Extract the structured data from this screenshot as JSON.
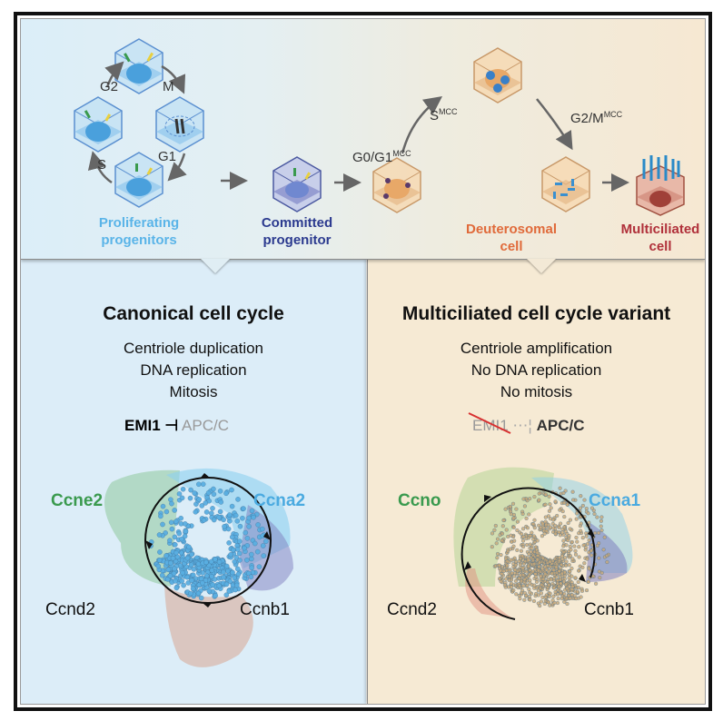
{
  "top": {
    "phases": {
      "g2": "G2",
      "m": "M",
      "g1": "G1",
      "s": "S",
      "g0g1": "G0/G1",
      "smcc": "S",
      "g2m": "G2/M",
      "mcc_sup": "MCC"
    },
    "captions": {
      "proliferating": [
        "Proliferating",
        "progenitors"
      ],
      "committed": [
        "Committed",
        "progenitor"
      ],
      "deuterosomal": [
        "Deuterosomal",
        "cell"
      ],
      "multiciliated": [
        "Multiciliated",
        "cell"
      ]
    },
    "colors": {
      "proliferating": "#5ab4e8",
      "committed": "#2b3a8f",
      "deuterosomal": "#e06a3a",
      "multiciliated": "#b0303a"
    }
  },
  "left": {
    "title": "Canonical cell cycle",
    "items": [
      "Centriole duplication",
      "DNA replication",
      "Mitosis"
    ],
    "regulation": {
      "inhibitor": "EMI1",
      "target": "APC/C"
    },
    "genes": {
      "top_left": "Ccne2",
      "top_right": "Ccna2",
      "bottom_left": "Ccnd2",
      "bottom_right": "Ccnb1"
    }
  },
  "right": {
    "title": "Multiciliated cell cycle variant",
    "items": [
      "Centriole amplification",
      "No DNA replication",
      "No mitosis"
    ],
    "regulation": {
      "inhibitor": "EMI1",
      "target": "APC/C"
    },
    "genes": {
      "top_left": "Ccno",
      "top_right": "Ccna1",
      "bottom_left": "Ccnd2",
      "bottom_right": "Ccnb1"
    }
  },
  "colors": {
    "left_bg": "#dcedf8",
    "right_bg": "#f6ead4",
    "green_gene": "#3a9a4e",
    "blue_gene": "#4aaae0",
    "dots_left": "#5aaee0",
    "dots_right": "#c8a878"
  }
}
